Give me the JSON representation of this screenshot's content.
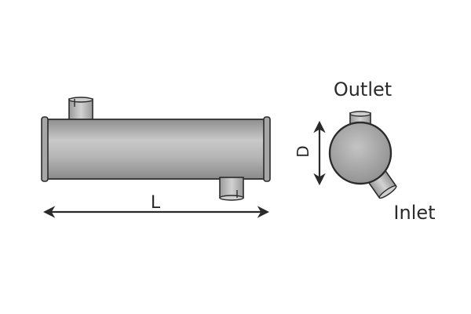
{
  "diagram": {
    "length_label": "L",
    "diameter_label": "D",
    "outlet_label": "Outlet",
    "inlet_label": "Inlet"
  },
  "colors": {
    "outline": "#2b2b2b",
    "body_fill": "#a9a9a9",
    "body_light": "#d4d4d4",
    "arrow": "#2a2a2a"
  }
}
